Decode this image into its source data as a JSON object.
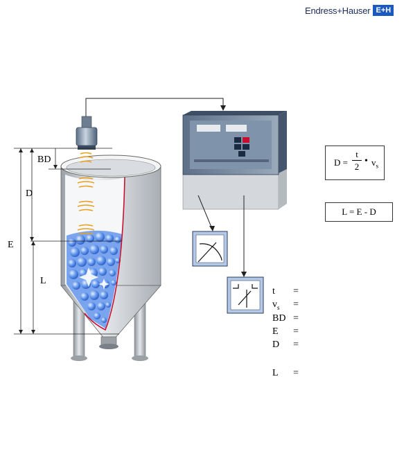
{
  "brand": {
    "name": "Endress+Hauser",
    "logo_text": "E+H",
    "color": "#1b58c0"
  },
  "diagram_labels": {
    "bd": "BD",
    "d": "D",
    "e": "E",
    "l": "L"
  },
  "formulas": {
    "distance": {
      "lhs": "D =",
      "numerator": "t",
      "denominator": "2",
      "operator": "•",
      "v": "v",
      "v_sub": "s"
    },
    "level": "L = E - D"
  },
  "legend": [
    {
      "symbol": "t",
      "eq": "="
    },
    {
      "symbol": "v",
      "sub": "s",
      "eq": "="
    },
    {
      "symbol": "BD",
      "eq": "="
    },
    {
      "symbol": "E",
      "eq": "="
    },
    {
      "symbol": "D",
      "eq": "="
    },
    {
      "symbol": "L",
      "eq": "="
    }
  ],
  "colors": {
    "tank_steel": "#c8ccd0",
    "bulk_material": "#5b8ee8",
    "transmitter_housing": "#6a7e96",
    "echo_pulse": "#e8a020",
    "material_edge": "#c8102e"
  }
}
